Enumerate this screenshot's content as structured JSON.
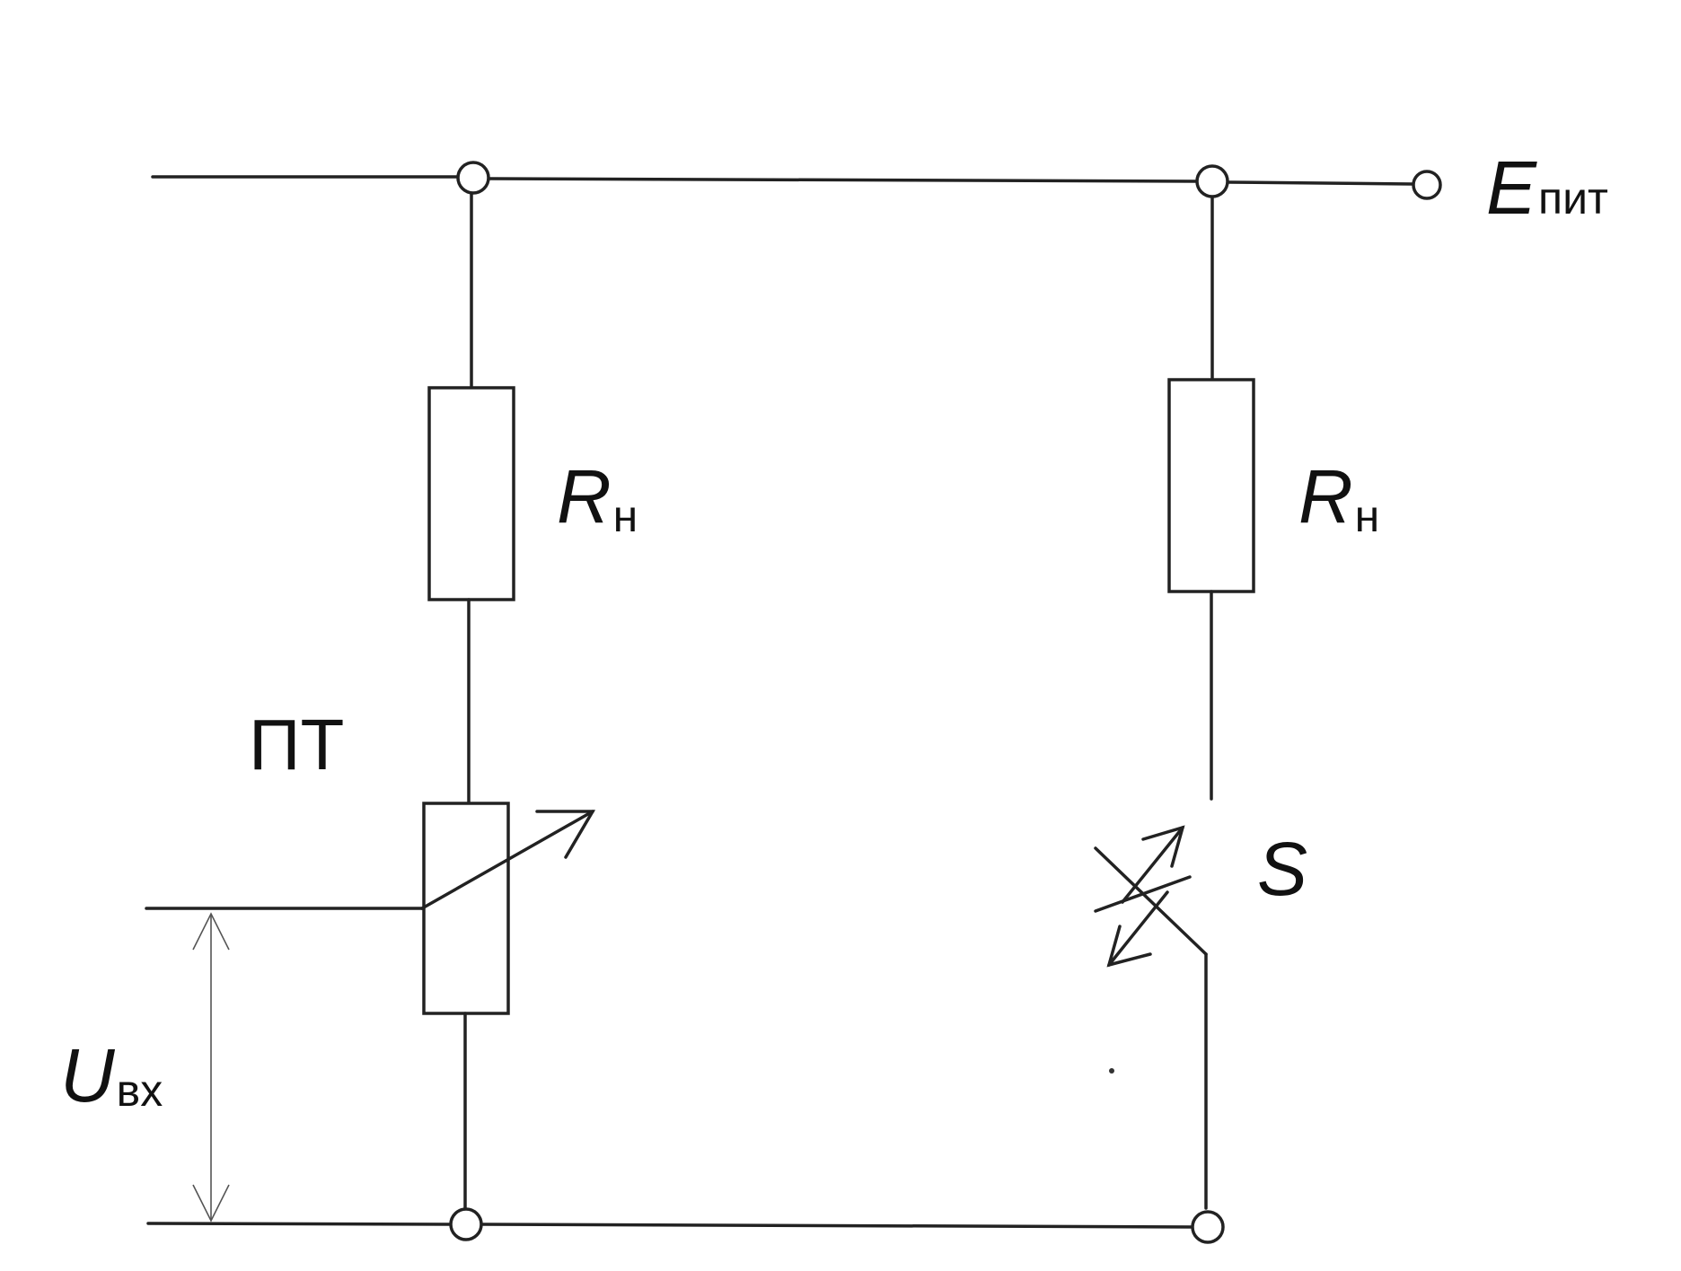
{
  "labels": {
    "supply_main": "E",
    "supply_sub": "пит",
    "load_left_main": "R",
    "load_left_sub": "н",
    "load_right_main": "R",
    "load_right_sub": "н",
    "transducer": "ПТ",
    "switch": "S",
    "input_main": "U",
    "input_sub": "вх"
  },
  "colors": {
    "ink": "#222222",
    "background": "#ffffff"
  }
}
